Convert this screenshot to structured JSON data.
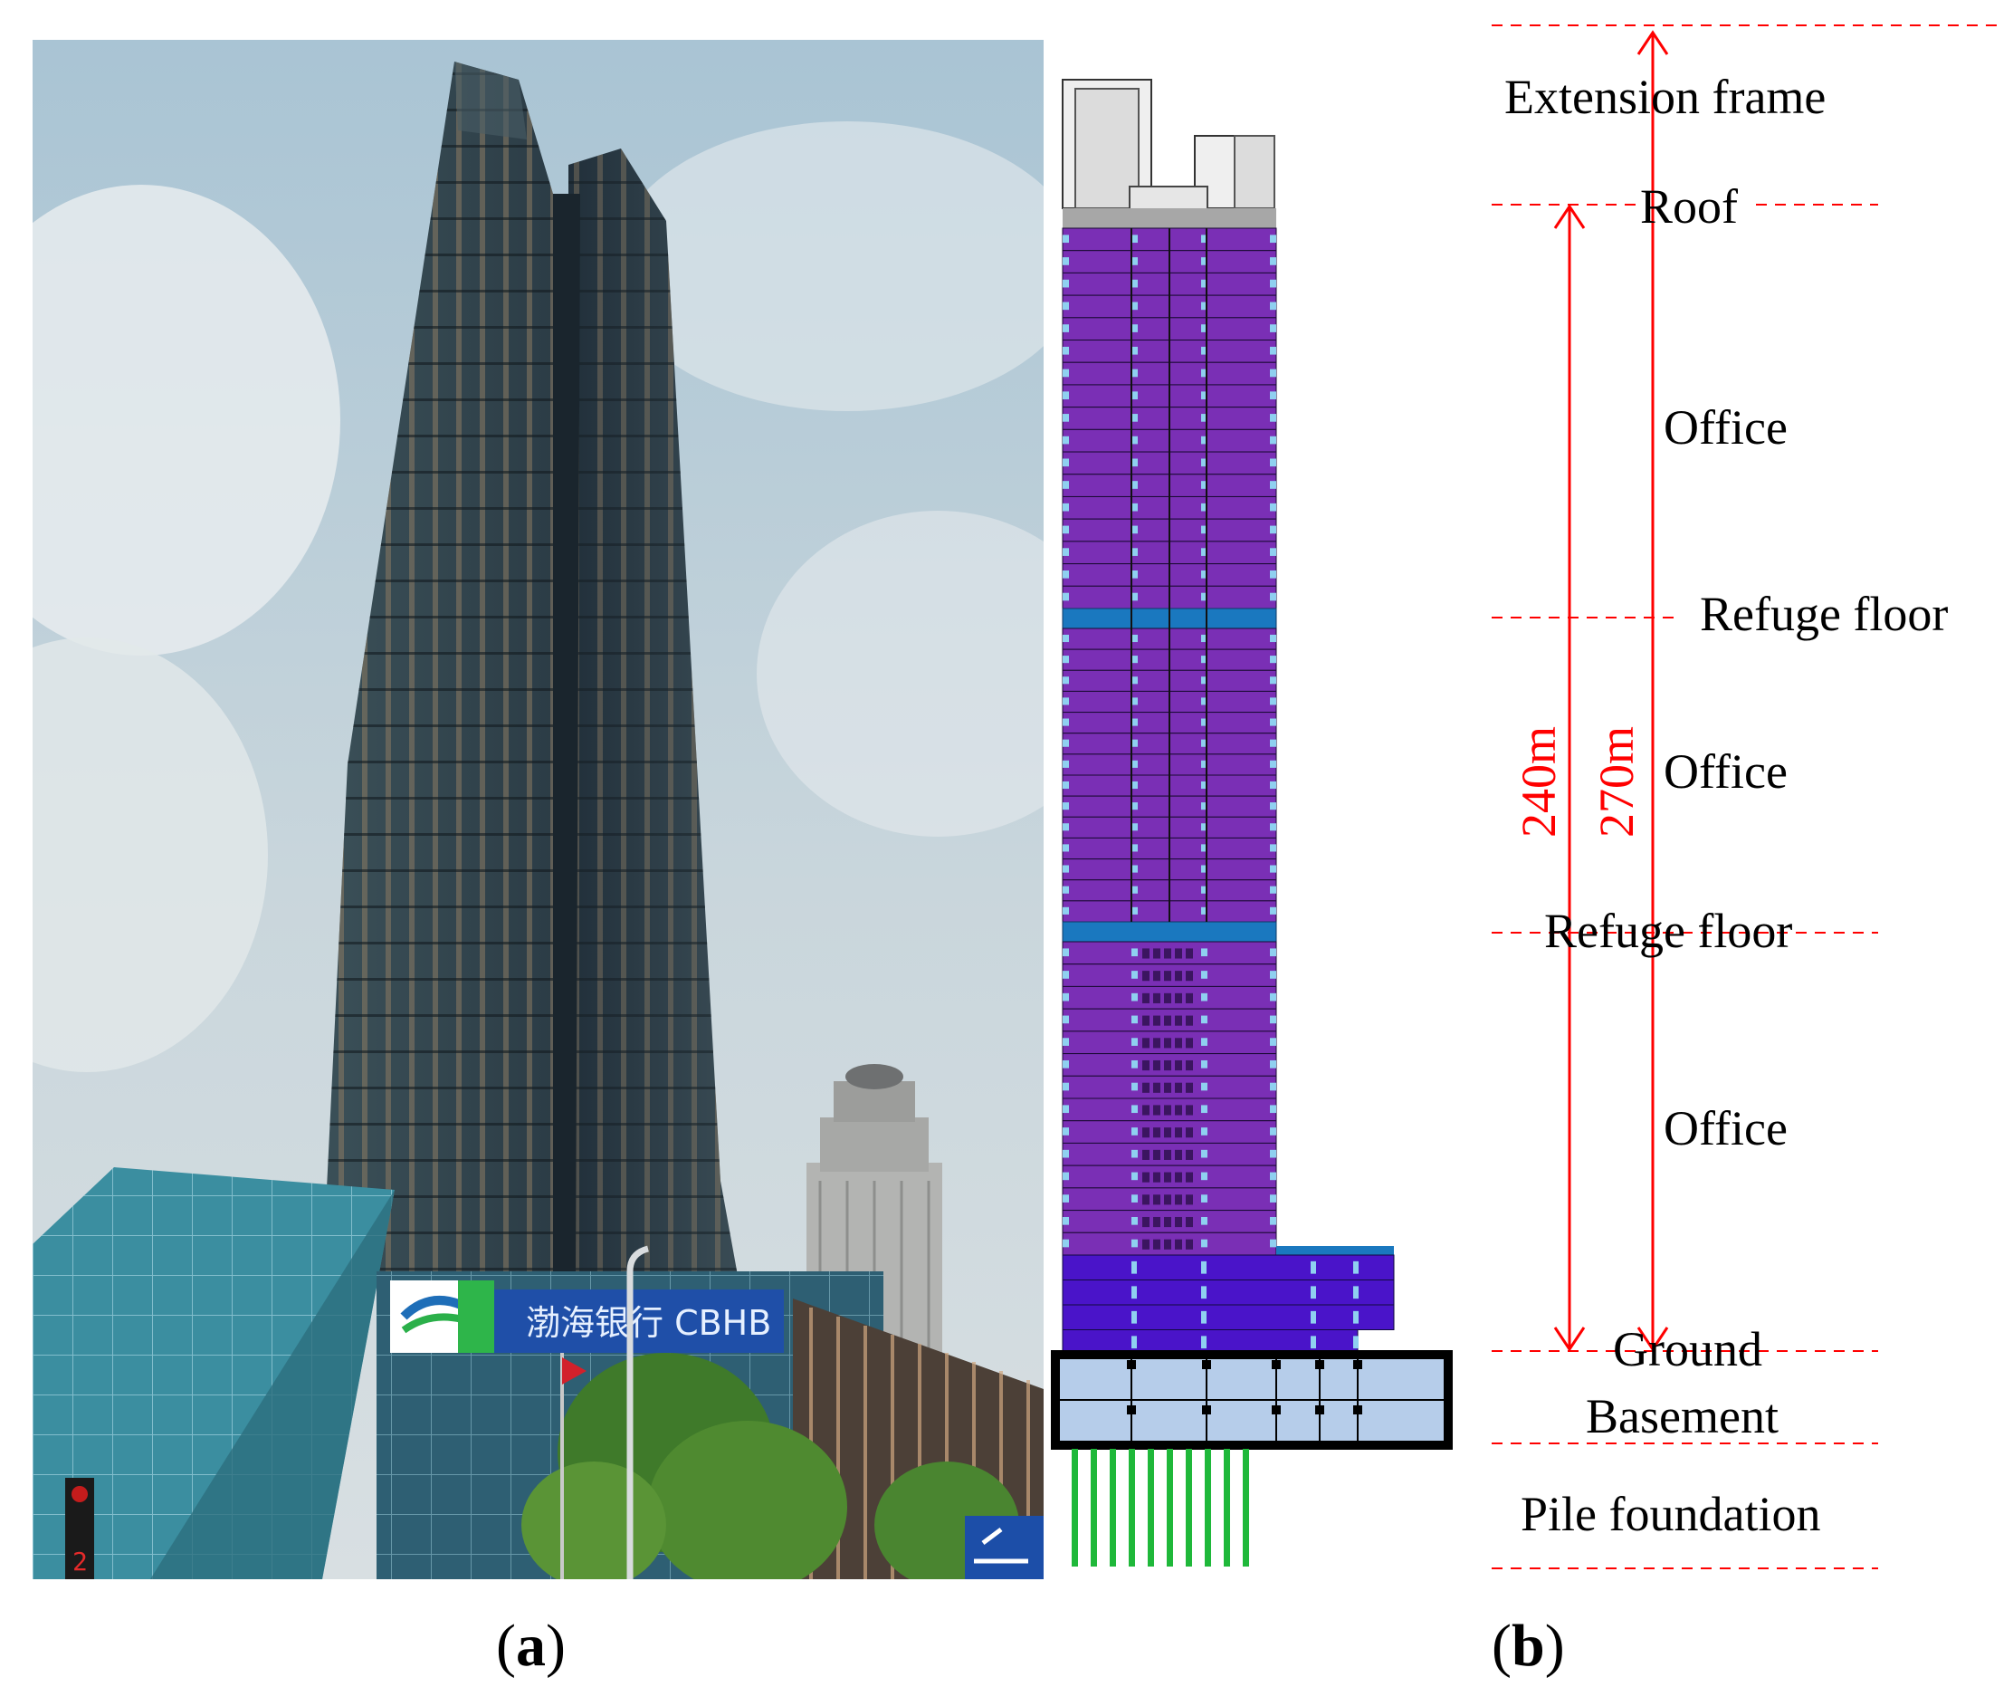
{
  "captions": {
    "a": "a",
    "b": "b"
  },
  "photo": {
    "sign_label": "渤海银行 CBHB",
    "traffic_light_digit": "2"
  },
  "zones": {
    "extension_frame": "Extension frame",
    "roof": "Roof",
    "office_upper": "Office",
    "refuge_upper": "Refuge floor",
    "office_middle": "Office",
    "refuge_lower": "Refuge floor",
    "office_lower": "Office",
    "ground": "Ground",
    "basement": "Basement",
    "pile_foundation": "Pile foundation"
  },
  "dimensions": {
    "height_to_roof": "240m",
    "height_total": "270m"
  },
  "colors": {
    "office": "#7a2fb5",
    "podium": "#4a14c9",
    "refuge": "#1a78bf",
    "basement": "#b6cdea",
    "piles": "#1fb83a",
    "dimension_lines": "#ff0000",
    "window_ticks": "#8fd0f0"
  }
}
